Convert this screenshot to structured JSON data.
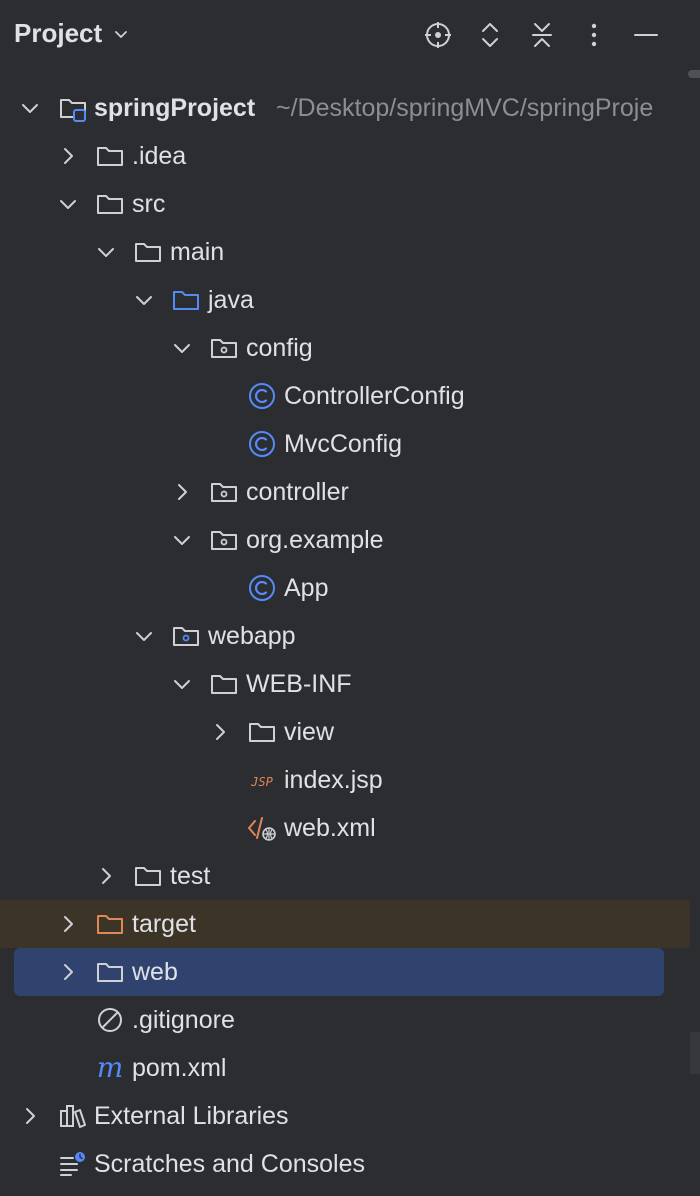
{
  "header": {
    "title": "Project",
    "icons": [
      "locate-icon",
      "expand-collapse-icon",
      "collapse-all-icon",
      "more-icon",
      "hide-icon"
    ]
  },
  "tree": {
    "root_label": "springProject",
    "root_path": "~/Desktop/springMVC/springProje",
    "idea": ".idea",
    "src": "src",
    "main": "main",
    "java": "java",
    "config": "config",
    "controller_config": "ControllerConfig",
    "mvc_config": "MvcConfig",
    "controller": "controller",
    "org_example": "org.example",
    "app": "App",
    "webapp": "webapp",
    "web_inf": "WEB-INF",
    "view": "view",
    "index_jsp": "index.jsp",
    "web_xml": "web.xml",
    "test": "test",
    "target": "target",
    "web": "web",
    "gitignore": ".gitignore",
    "pom_xml": "pom.xml",
    "external_libraries": "External Libraries",
    "scratches": "Scratches and Consoles"
  },
  "colors": {
    "background": "#2b2d30",
    "selection": "#2f436e",
    "excluded_row": "#3d3428",
    "folder_outline": "#ced0d6",
    "source_folder": "#548af7",
    "excluded_folder": "#e08855",
    "class_icon": "#548af7"
  }
}
